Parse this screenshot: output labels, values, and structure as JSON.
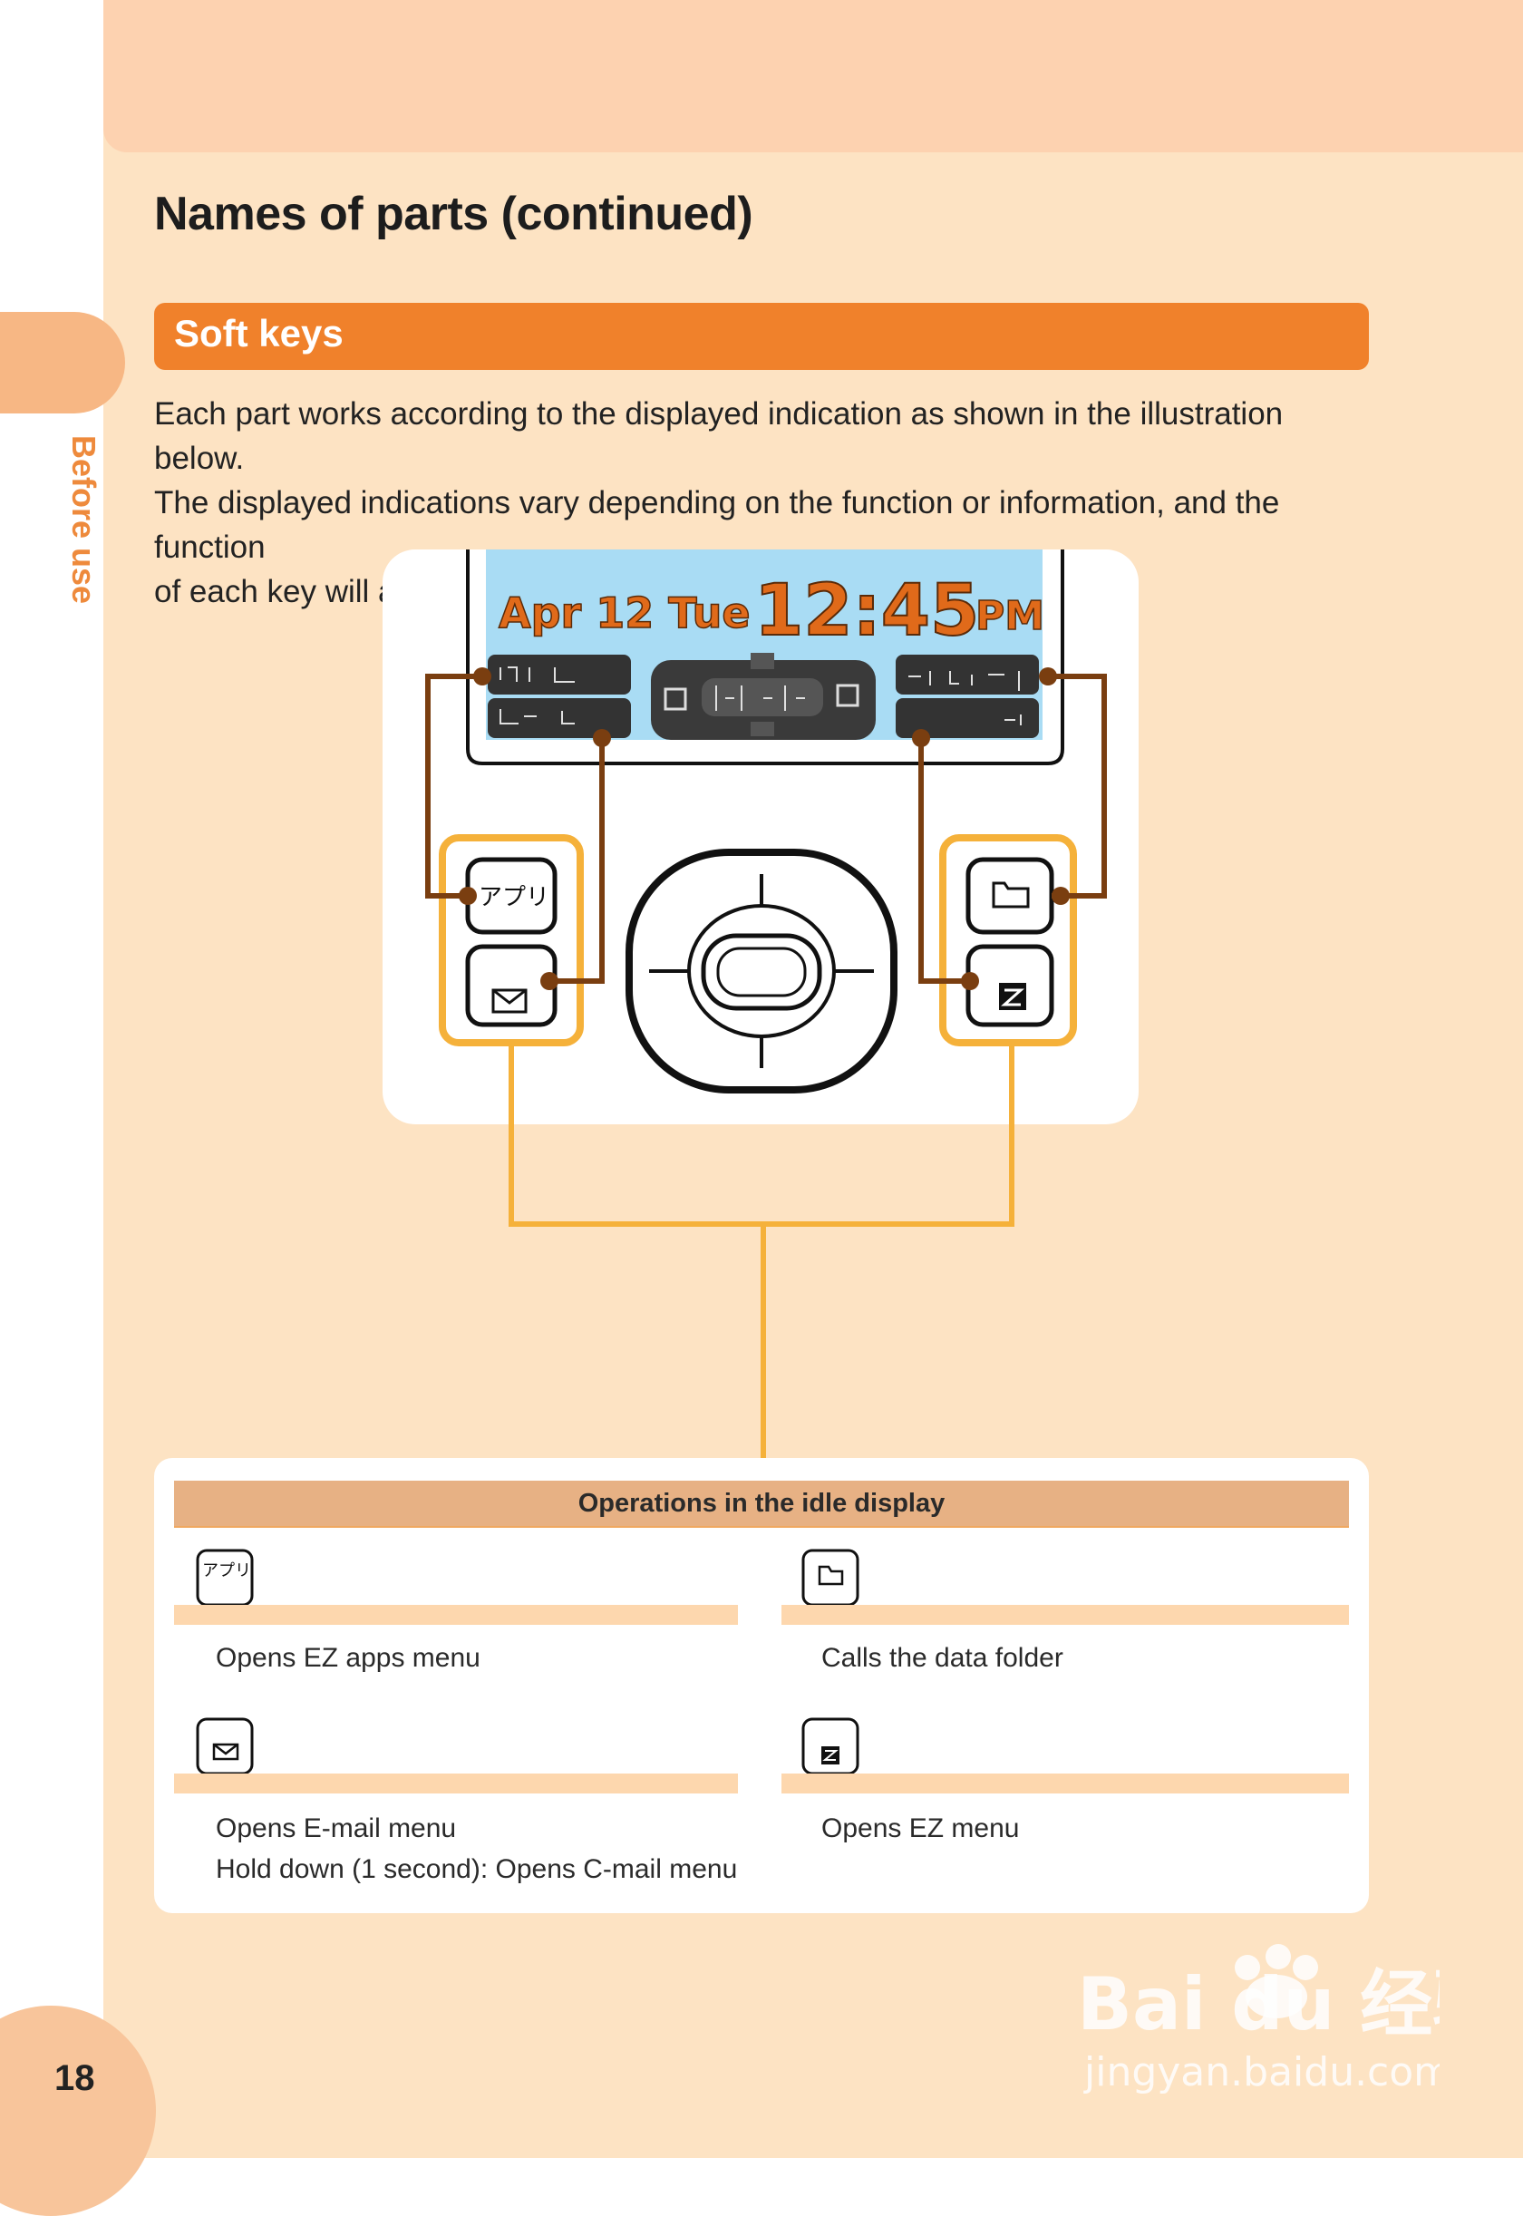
{
  "page": {
    "title": "Names of parts (continued)",
    "side_label": "Before use",
    "page_number": "18"
  },
  "section": {
    "title": "Soft keys",
    "intro_lines": [
      "Each part works according to the displayed indication as shown in the illustration below.",
      "The displayed indications vary depending on the function or information, and the function",
      "of each key will accordingly vary."
    ]
  },
  "phone_display": {
    "date": "Apr 12 Tue",
    "time": "12:45",
    "ampm": "PM"
  },
  "keys": {
    "apps_label": "アプリ",
    "ez_label": "EZ"
  },
  "operations": {
    "header": "Operations in the idle display",
    "items": [
      {
        "icon": "apps-key-icon",
        "icon_text": "アプリ",
        "lines": [
          "Opens EZ apps menu"
        ]
      },
      {
        "icon": "folder-key-icon",
        "lines": [
          "Calls the data folder"
        ]
      },
      {
        "icon": "mail-key-icon",
        "lines": [
          "Opens E-mail menu",
          "Hold down (1 second): Opens C-mail menu"
        ]
      },
      {
        "icon": "ez-key-icon",
        "lines": [
          "Opens EZ menu"
        ]
      }
    ]
  },
  "watermark": {
    "brand": "Bai du 经验",
    "url": "jingyan.baidu.com"
  },
  "colors": {
    "accent": "#f0812b",
    "page_bg": "#fde3c3",
    "header_band": "#fdd2b0",
    "key_highlight": "#f5b13a",
    "connector_brown": "#7a3e10",
    "lcd_bg": "#a9dcf4"
  }
}
